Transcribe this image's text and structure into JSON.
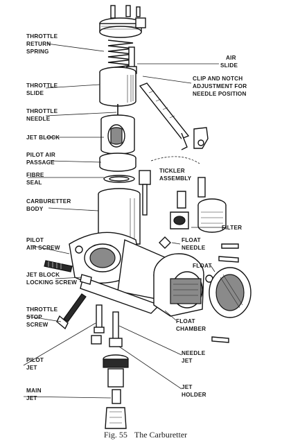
{
  "figure": {
    "caption_prefix": "Fig. 55",
    "caption_title": "The Carburetter"
  },
  "labels": {
    "throttle_return_spring": [
      "THROTTLE",
      "RETURN",
      "SPRING"
    ],
    "throttle_slide": [
      "THROTTLE",
      "SLIDE"
    ],
    "throttle_needle": [
      "THROTTLE",
      "NEEDLE"
    ],
    "jet_block": [
      "JET BLOCK"
    ],
    "pilot_air_passage": [
      "PILOT AIR",
      "PASSAGE"
    ],
    "fibre_seal": [
      "FIBRE",
      "SEAL"
    ],
    "carburetter_body": [
      "CARBURETTER",
      "BODY"
    ],
    "pilot_air_screw": [
      "PILOT",
      "AIR SCREW"
    ],
    "jet_block_locking_screw": [
      "JET BLOCK",
      "LOCKING SCREW"
    ],
    "throttle_stop_screw": [
      "THROTTLE",
      "STOP",
      "SCREW"
    ],
    "pilot_jet": [
      "PILOT",
      "JET"
    ],
    "main_jet": [
      "MAIN",
      "JET"
    ],
    "air_slide": [
      "AIR",
      "SLIDE"
    ],
    "clip_and_notch": [
      "CLIP AND NOTCH",
      "ADJUSTMENT FOR",
      "NEEDLE POSITION"
    ],
    "tickler_assembly": [
      "TICKLER",
      "ASSEMBLY"
    ],
    "filter": [
      "FILTER"
    ],
    "float_needle": [
      "FLOAT",
      "NEEDLE"
    ],
    "float": [
      "FLOAT"
    ],
    "float_chamber": [
      "FLOAT",
      "CHAMBER"
    ],
    "needle_jet": [
      "NEEDLE",
      "JET"
    ],
    "jet_holder": [
      "JET",
      "HOLDER"
    ]
  }
}
